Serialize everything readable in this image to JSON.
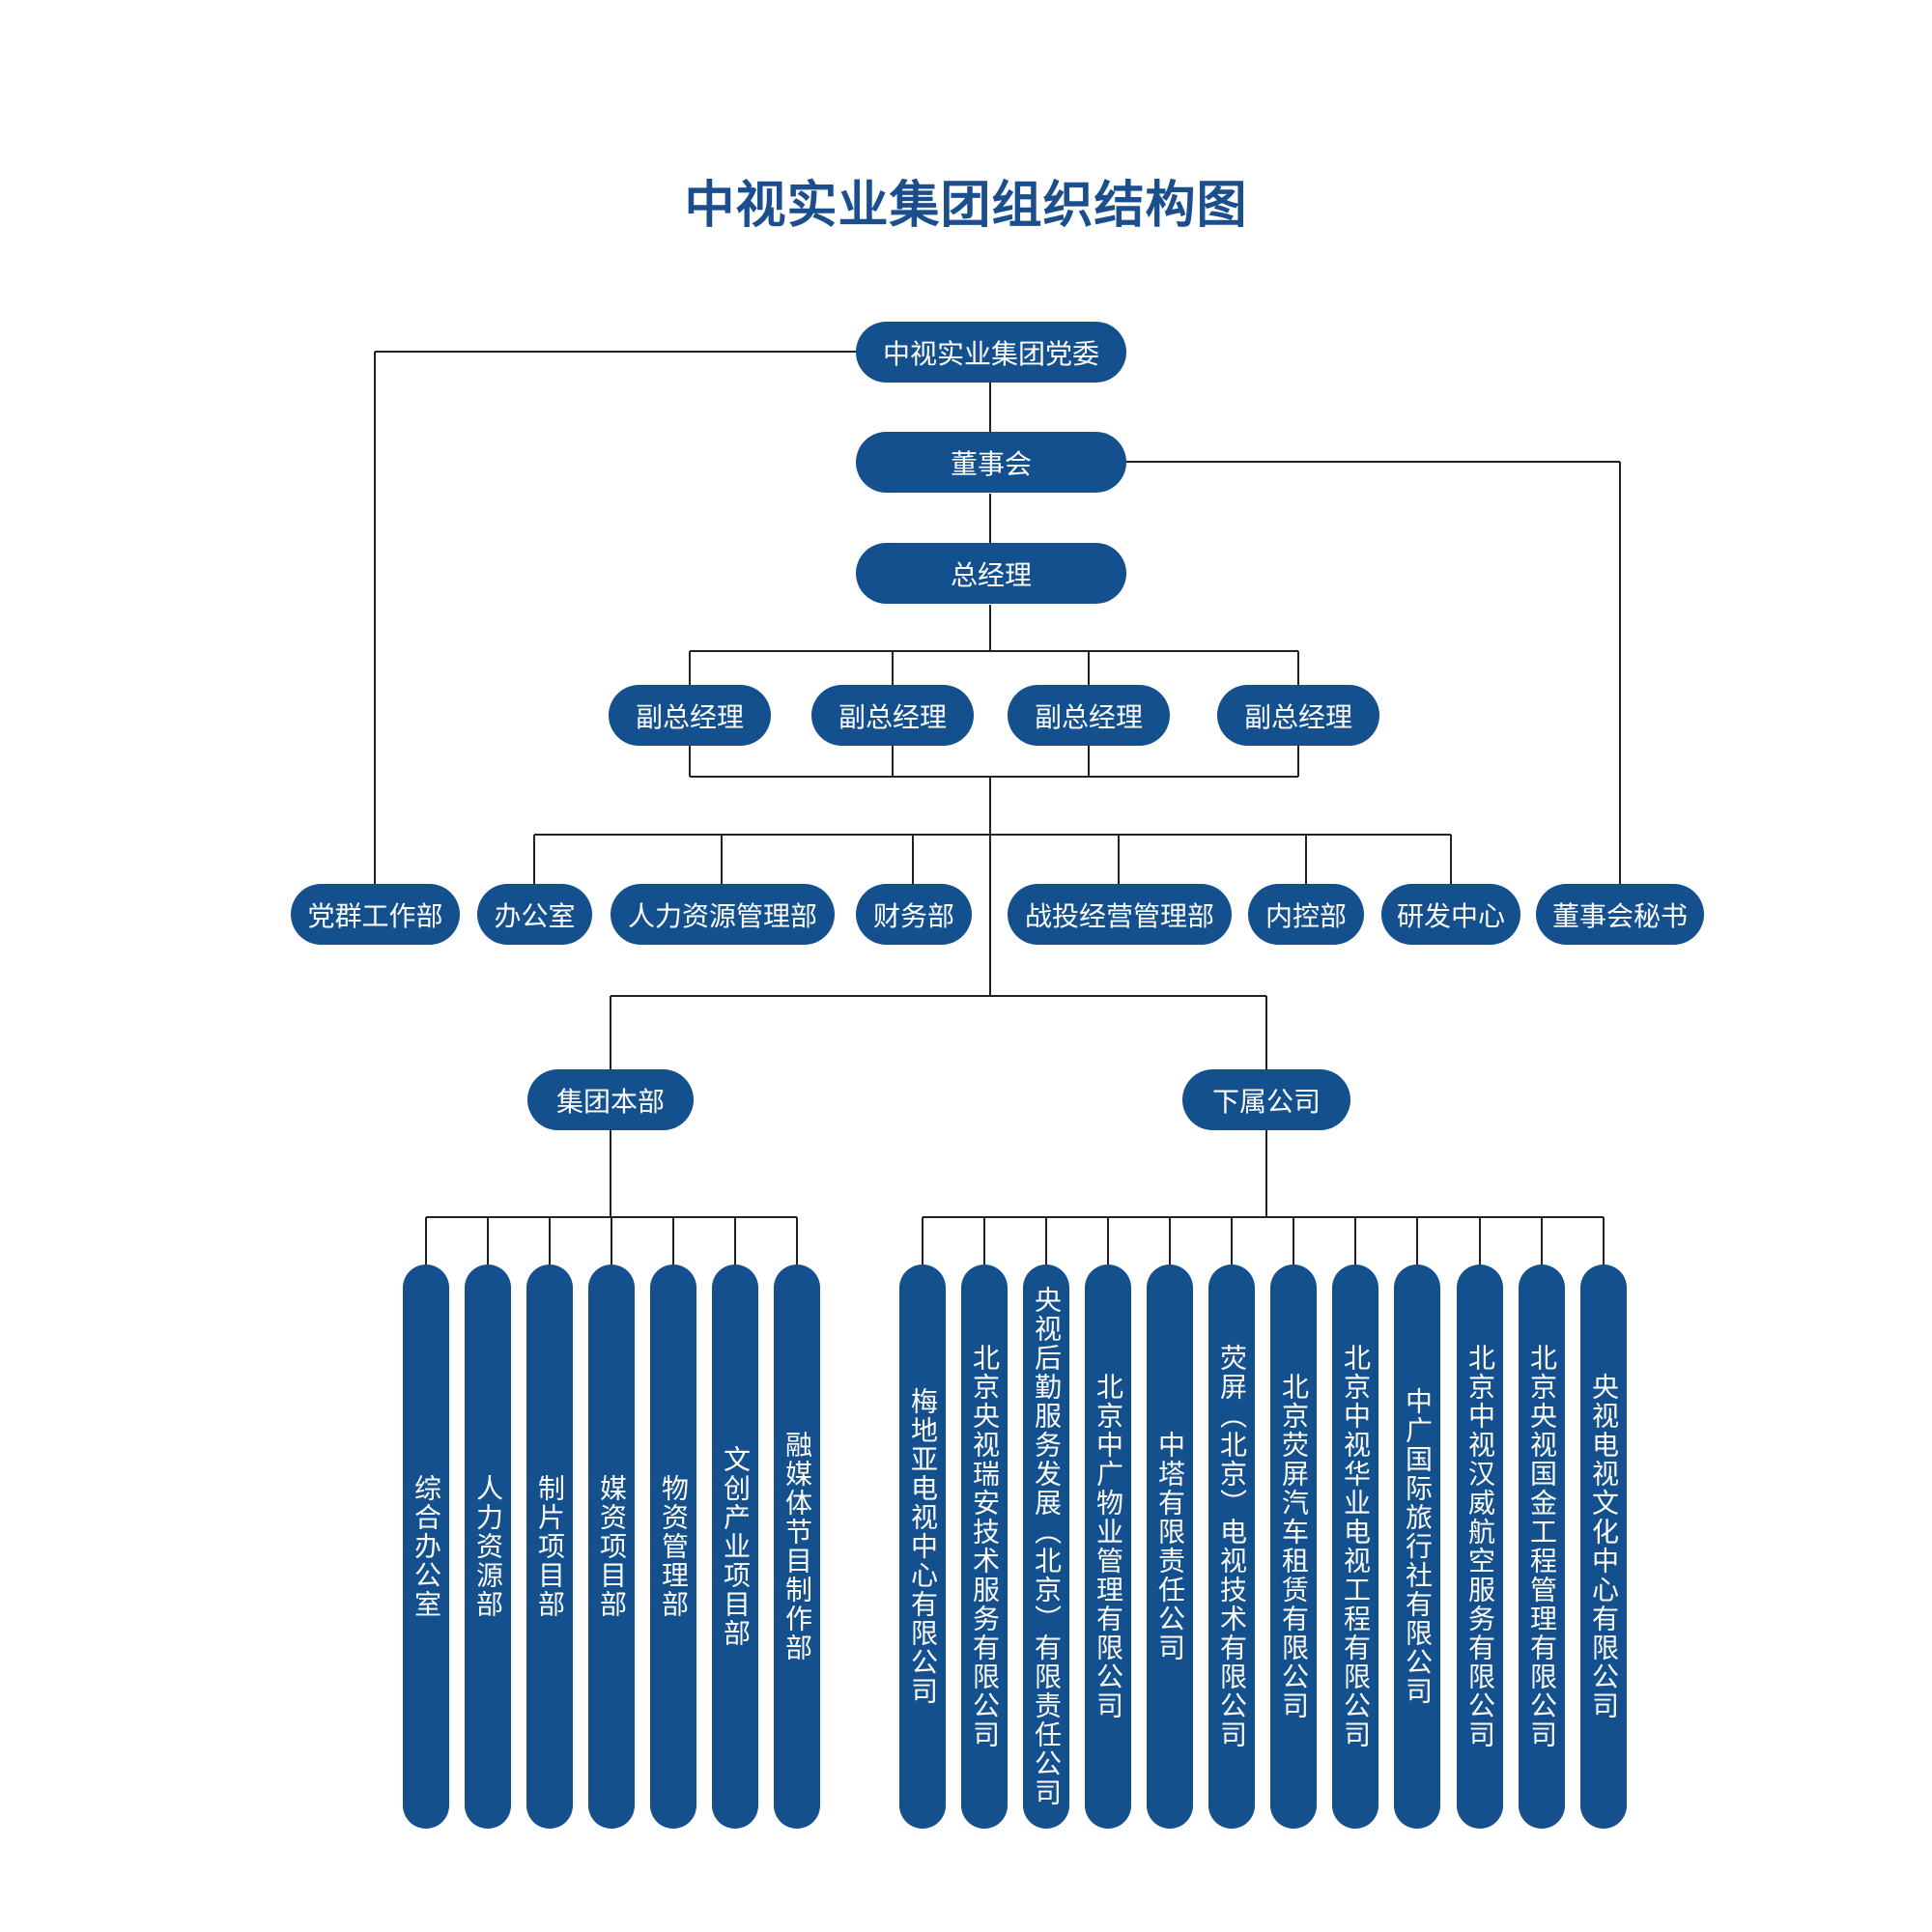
{
  "title": "中视实业集团组织结构图",
  "colors": {
    "node": "#144f8e",
    "title": "#1a4e8d",
    "line": "#222222"
  },
  "nodes": {
    "party_committee": "中视实业集团党委",
    "board": "董事会",
    "general_manager": "总经理",
    "deputy_gms": [
      "副总经理",
      "副总经理",
      "副总经理",
      "副总经理"
    ],
    "party_mass_dept": "党群工作部",
    "board_secretary": "董事会秘书",
    "departments": [
      "办公室",
      "人力资源管理部",
      "财务部",
      "战投经营管理部",
      "内控部",
      "研发中心"
    ],
    "group_hq": "集团本部",
    "subsidiaries": "下属公司",
    "hq_units": [
      "综合办公室",
      "人力资源部",
      "制片项目部",
      "媒资项目部",
      "物资管理部",
      "文创产业项目部",
      "融媒体节目制作部"
    ],
    "companies": [
      "梅地亚电视中心有限公司",
      "北京央视瑞安技术服务有限公司",
      "央视后勤服务发展（北京）有限责任公司",
      "北京中广物业管理有限公司",
      "中塔有限责任公司",
      "荧屏（北京）电视技术有限公司",
      "北京荧屏汽车租赁有限公司",
      "北京中视华业电视工程有限公司",
      "中广国际旅行社有限公司",
      "北京中视汉威航空服务有限公司",
      "北京央视国金工程管理有限公司",
      "央视电视文化中心有限公司"
    ]
  }
}
